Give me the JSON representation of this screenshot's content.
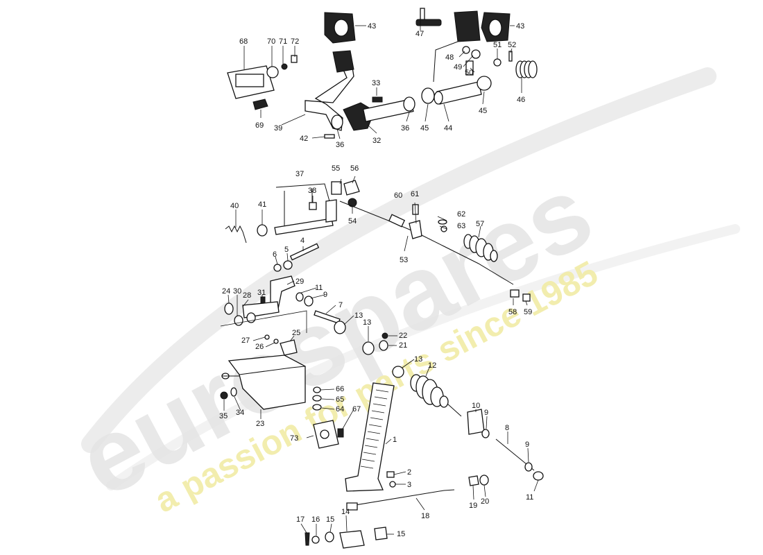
{
  "watermark": {
    "brand": "eurospares",
    "tagline": "a passion for parts since 1985",
    "brand_color": "#e6e6e6",
    "tagline_color": "#f3f0b0"
  },
  "callouts": [
    {
      "id": "c43a",
      "text": "43"
    },
    {
      "id": "c47",
      "text": "47"
    },
    {
      "id": "c43b",
      "text": "43"
    },
    {
      "id": "c68",
      "text": "68"
    },
    {
      "id": "c70",
      "text": "70"
    },
    {
      "id": "c71",
      "text": "71"
    },
    {
      "id": "c72",
      "text": "72"
    },
    {
      "id": "c48",
      "text": "48"
    },
    {
      "id": "c49",
      "text": "49"
    },
    {
      "id": "c50",
      "text": "50"
    },
    {
      "id": "c51",
      "text": "51"
    },
    {
      "id": "c52",
      "text": "52"
    },
    {
      "id": "c33",
      "text": "33"
    },
    {
      "id": "c46",
      "text": "46"
    },
    {
      "id": "c69",
      "text": "69"
    },
    {
      "id": "c39",
      "text": "39"
    },
    {
      "id": "c36a",
      "text": "36"
    },
    {
      "id": "c32",
      "text": "32"
    },
    {
      "id": "c36b",
      "text": "36"
    },
    {
      "id": "c45a",
      "text": "45"
    },
    {
      "id": "c44",
      "text": "44"
    },
    {
      "id": "c45b",
      "text": "45"
    },
    {
      "id": "c42",
      "text": "42"
    },
    {
      "id": "c37",
      "text": "37"
    },
    {
      "id": "c55",
      "text": "55"
    },
    {
      "id": "c56",
      "text": "56"
    },
    {
      "id": "c38",
      "text": "38"
    },
    {
      "id": "c40",
      "text": "40"
    },
    {
      "id": "c41",
      "text": "41"
    },
    {
      "id": "c54",
      "text": "54"
    },
    {
      "id": "c60",
      "text": "60"
    },
    {
      "id": "c61",
      "text": "61"
    },
    {
      "id": "c62",
      "text": "62"
    },
    {
      "id": "c63",
      "text": "63"
    },
    {
      "id": "c57",
      "text": "57"
    },
    {
      "id": "c53",
      "text": "53"
    },
    {
      "id": "c4",
      "text": "4"
    },
    {
      "id": "c6",
      "text": "6"
    },
    {
      "id": "c5",
      "text": "5"
    },
    {
      "id": "c24",
      "text": "24"
    },
    {
      "id": "c30",
      "text": "30"
    },
    {
      "id": "c31",
      "text": "31"
    },
    {
      "id": "c28",
      "text": "28"
    },
    {
      "id": "c29",
      "text": "29"
    },
    {
      "id": "c11a",
      "text": "11"
    },
    {
      "id": "c9a",
      "text": "9"
    },
    {
      "id": "c7",
      "text": "7"
    },
    {
      "id": "c58",
      "text": "58"
    },
    {
      "id": "c59",
      "text": "59"
    },
    {
      "id": "c13a",
      "text": "13"
    },
    {
      "id": "c13b",
      "text": "13"
    },
    {
      "id": "c22",
      "text": "22"
    },
    {
      "id": "c21",
      "text": "21"
    },
    {
      "id": "c27",
      "text": "27"
    },
    {
      "id": "c26",
      "text": "26"
    },
    {
      "id": "c25",
      "text": "25"
    },
    {
      "id": "c13c",
      "text": "13"
    },
    {
      "id": "c12",
      "text": "12"
    },
    {
      "id": "c66",
      "text": "66"
    },
    {
      "id": "c65",
      "text": "65"
    },
    {
      "id": "c64",
      "text": "64"
    },
    {
      "id": "c35",
      "text": "35"
    },
    {
      "id": "c34",
      "text": "34"
    },
    {
      "id": "c23",
      "text": "23"
    },
    {
      "id": "c67",
      "text": "67"
    },
    {
      "id": "c10",
      "text": "10"
    },
    {
      "id": "c9b",
      "text": "9"
    },
    {
      "id": "c8",
      "text": "8"
    },
    {
      "id": "c73",
      "text": "73"
    },
    {
      "id": "c1",
      "text": "1"
    },
    {
      "id": "c9c",
      "text": "9"
    },
    {
      "id": "c2",
      "text": "2"
    },
    {
      "id": "c3",
      "text": "3"
    },
    {
      "id": "c11b",
      "text": "11"
    },
    {
      "id": "c19",
      "text": "19"
    },
    {
      "id": "c20",
      "text": "20"
    },
    {
      "id": "c18",
      "text": "18"
    },
    {
      "id": "c17",
      "text": "17"
    },
    {
      "id": "c16",
      "text": "16"
    },
    {
      "id": "c15a",
      "text": "15"
    },
    {
      "id": "c14",
      "text": "14"
    },
    {
      "id": "c15b",
      "text": "15"
    }
  ]
}
